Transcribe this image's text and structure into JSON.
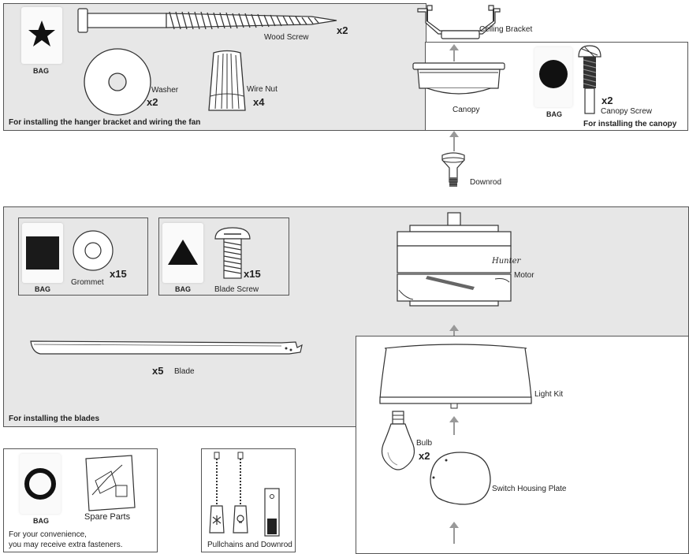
{
  "hardware_panel": {
    "caption": "For installing the hanger bracket and wiring the fan",
    "bag_label": "BAG",
    "wood_screw": {
      "label": "Wood Screw",
      "qty": "x2"
    },
    "washer": {
      "label": "Washer",
      "qty": "x2"
    },
    "wire_nut": {
      "label": "Wire Nut",
      "qty": "x4"
    }
  },
  "ceiling_bracket": {
    "label": "Ceiling Bracket"
  },
  "canopy_panel": {
    "caption": "For installing the canopy",
    "canopy_label": "Canopy",
    "bag_label": "BAG",
    "canopy_screw": {
      "label": "Canopy Screw",
      "qty": "x2"
    }
  },
  "downrod": {
    "label": "Downrod"
  },
  "blades_panel": {
    "caption": "For installing the blades",
    "grommet": {
      "bag_label": "BAG",
      "label": "Grommet",
      "qty": "x15"
    },
    "blade_screw": {
      "bag_label": "BAG",
      "label": "Blade Screw",
      "qty": "x15"
    },
    "blade": {
      "label": "Blade",
      "qty": "x5"
    }
  },
  "motor": {
    "label": "Motor",
    "logo": "Hunter"
  },
  "light_kit": {
    "label": "Light Kit"
  },
  "bulb": {
    "label": "Bulb",
    "qty": "x2"
  },
  "switch_housing_plate": {
    "label": "Switch Housing Plate"
  },
  "spare_panel": {
    "bag_label": "BAG",
    "spare_parts_label": "Spare Parts",
    "caption_line1": "For your convenience,",
    "caption_line2": "you may receive extra fasteners."
  },
  "pullchain_panel": {
    "caption": "Pullchains and Downrod"
  }
}
